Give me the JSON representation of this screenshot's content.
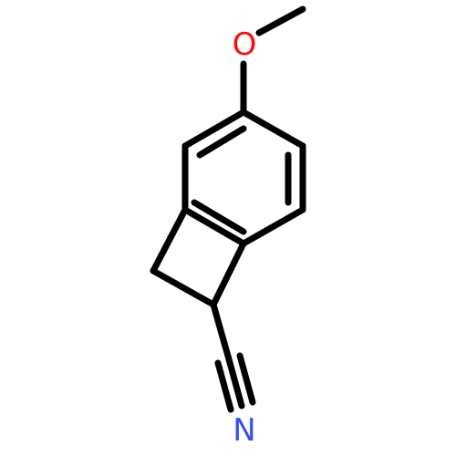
{
  "molecule": {
    "atoms": [
      {
        "id": "O1",
        "symbol": "O",
        "color": "#ff0d0d",
        "label": "O"
      },
      {
        "id": "N1",
        "symbol": "N",
        "color": "#3050f8",
        "label": "N"
      }
    ],
    "bond_color": "#000000"
  }
}
